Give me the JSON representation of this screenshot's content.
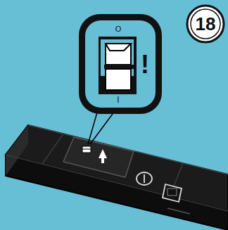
{
  "diagram": {
    "labels": [
      "18",
      "O",
      "I",
      "!"
    ]
  }
}
